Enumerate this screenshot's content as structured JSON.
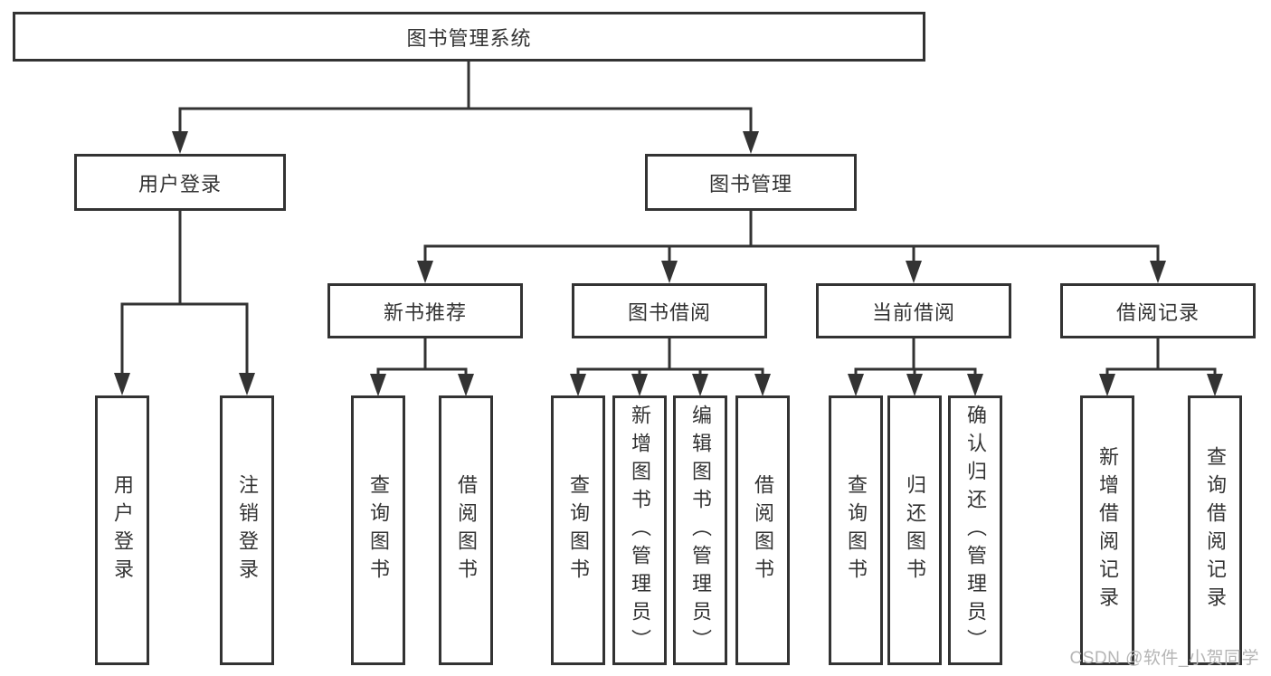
{
  "diagram": {
    "title": "图书管理系统",
    "root": {
      "label": "图书管理系统"
    },
    "branches": {
      "user_login": {
        "label": "用户登录",
        "children": [
          {
            "label": "用户登录"
          },
          {
            "label": "注销登录"
          }
        ]
      },
      "book_management": {
        "label": "图书管理",
        "sections": [
          {
            "label": "新书推荐",
            "children": [
              {
                "label": "查询图书"
              },
              {
                "label": "借阅图书"
              }
            ]
          },
          {
            "label": "图书借阅",
            "children": [
              {
                "label": "查询图书"
              },
              {
                "label": "新增图书（管理员）"
              },
              {
                "label": "编辑图书（管理员）"
              },
              {
                "label": "借阅图书"
              }
            ]
          },
          {
            "label": "当前借阅",
            "children": [
              {
                "label": "查询图书"
              },
              {
                "label": "归还图书"
              },
              {
                "label": "确认归还（管理员）"
              }
            ]
          },
          {
            "label": "借阅记录",
            "children": [
              {
                "label": "新增借阅记录"
              },
              {
                "label": "查询借阅记录"
              }
            ]
          }
        ]
      }
    }
  },
  "watermark": {
    "text": "CSDN @软件_小贺同学"
  },
  "colors": {
    "line": "#333333",
    "text": "#333333",
    "background": "#ffffff",
    "watermark": "#b5b5b5"
  }
}
